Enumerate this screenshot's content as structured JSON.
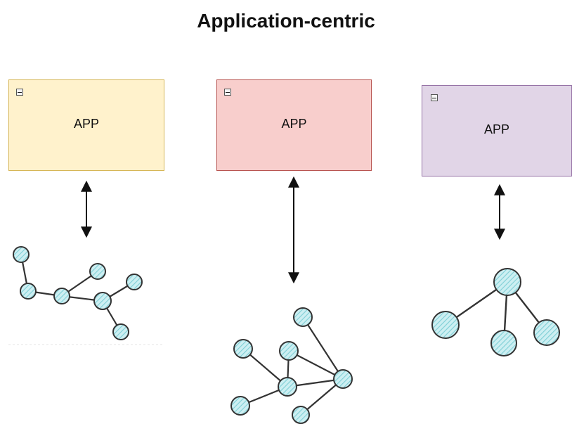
{
  "title": "Application-centric",
  "apps": [
    {
      "label": "APP",
      "fill": "#fff2cc",
      "stroke": "#d6b656"
    },
    {
      "label": "APP",
      "fill": "#f8cecc",
      "stroke": "#b85450"
    },
    {
      "label": "APP",
      "fill": "#e1d5e7",
      "stroke": "#9673a6"
    }
  ],
  "icons": {
    "collapse": "minus-square-icon",
    "arrow": "double-headed-arrow-icon",
    "node": "graph-node-icon"
  },
  "colors": {
    "node_fill": "#bfe8ec",
    "node_hatch": "#7fcfd6",
    "edge": "#333333"
  }
}
